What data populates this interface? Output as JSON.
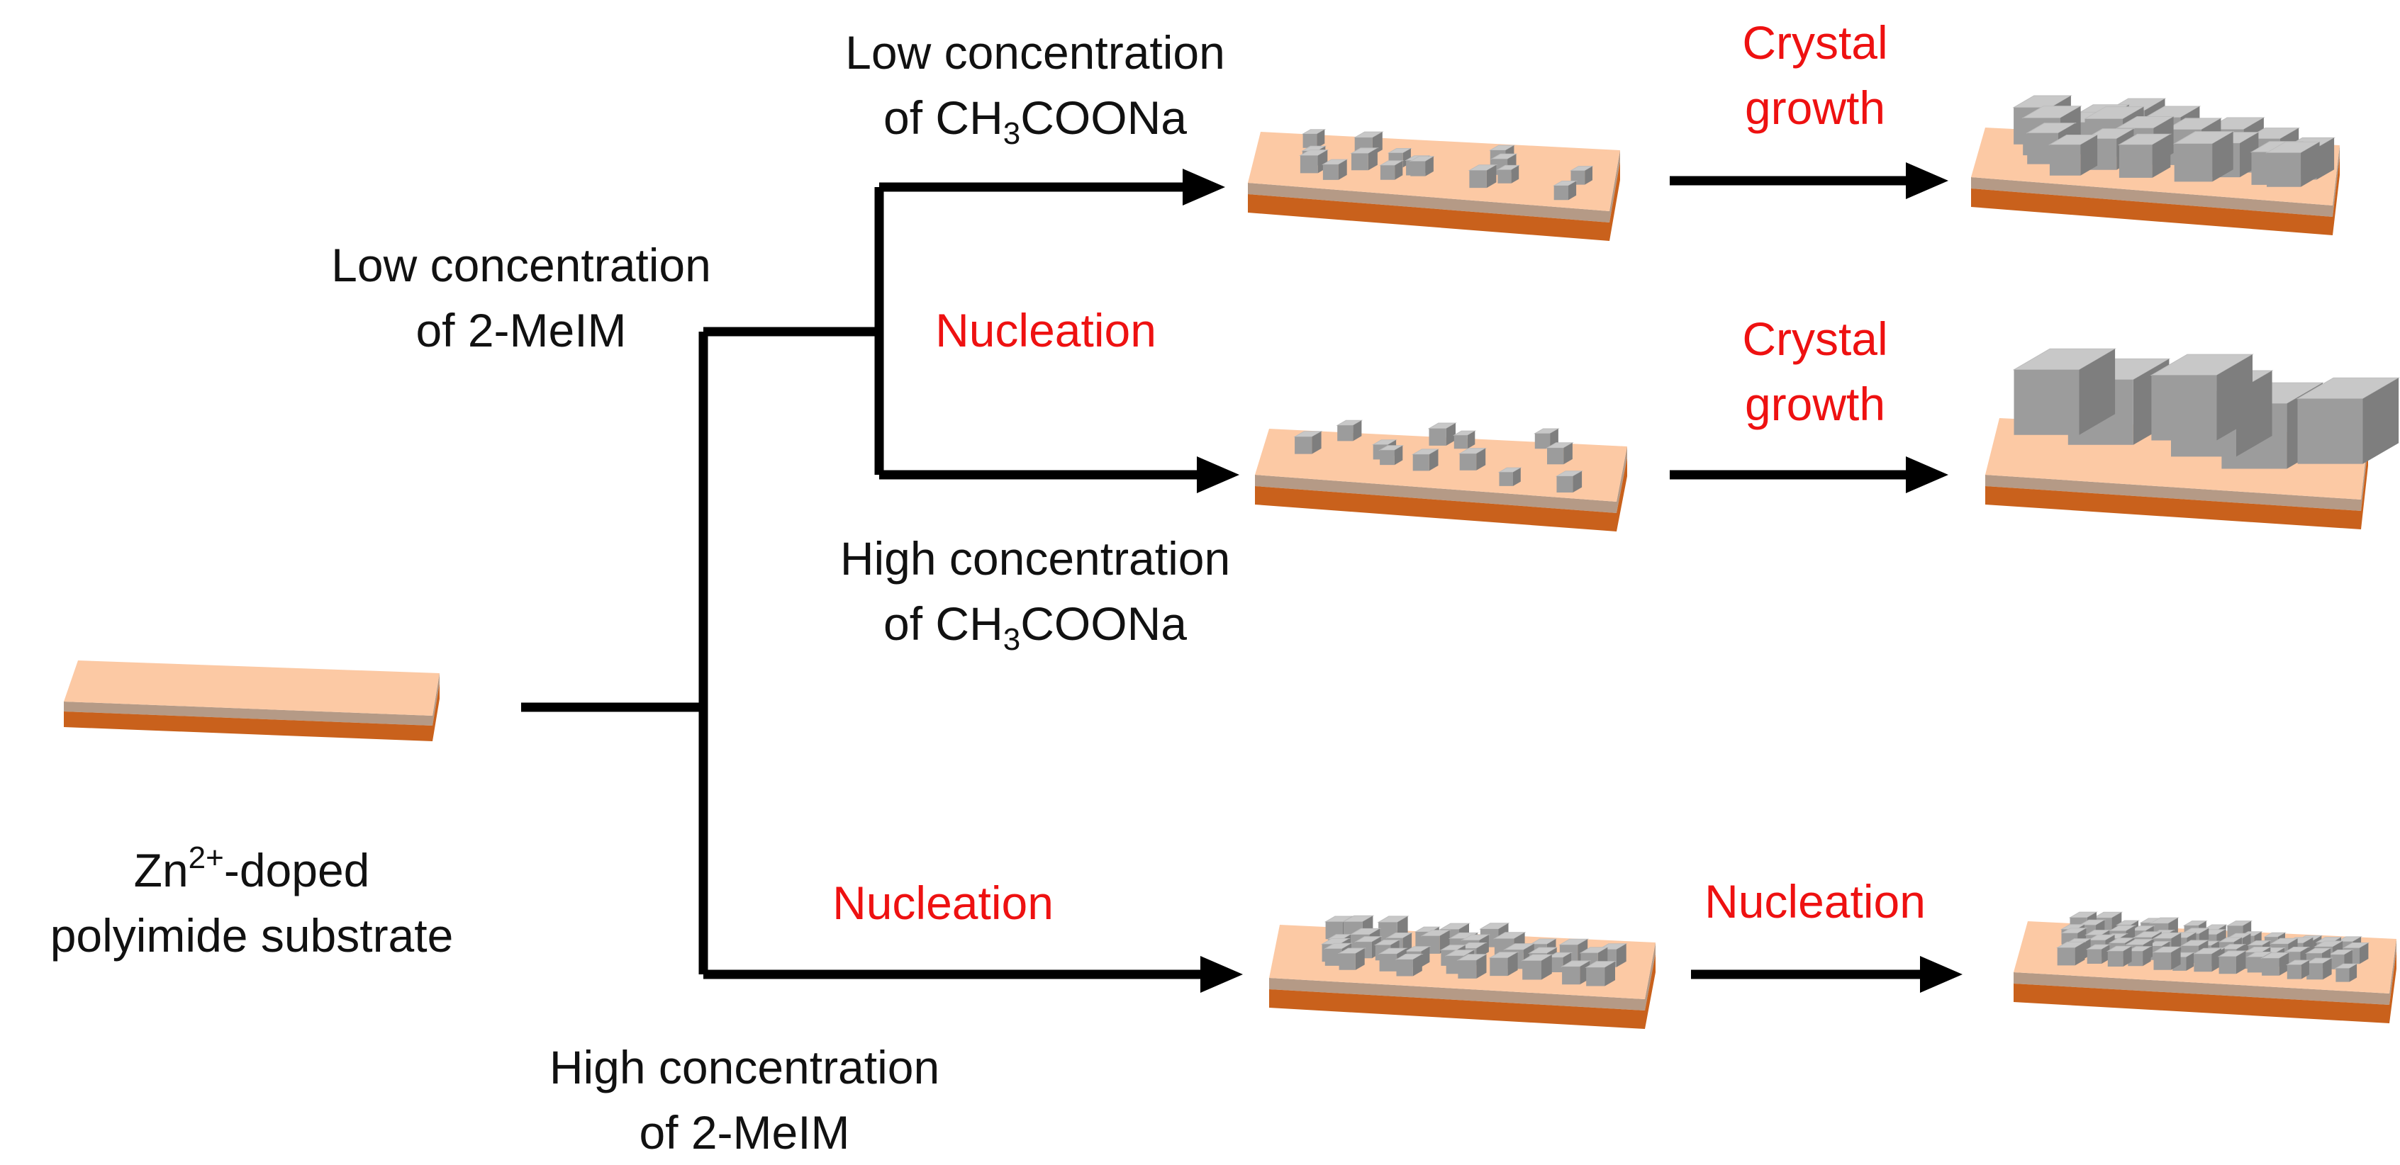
{
  "labels": {
    "substrate_prefix": "Zn",
    "substrate_sup": "2+",
    "substrate_suffix": "-doped",
    "substrate_line2": "polyimide substrate",
    "low_meim_line1": "Low concentration",
    "low_meim_line2": "of 2-MeIM",
    "high_meim_line1": "High concentration",
    "high_meim_line2": "of 2-MeIM",
    "low_na_line1": "Low concentration",
    "low_na_of": "of CH",
    "low_na_sub": "3",
    "low_na_rest": "COONa",
    "high_na_line1": "High concentration",
    "high_na_of": "of CH",
    "high_na_sub": "3",
    "high_na_rest": "COONa",
    "nucleation_upper": "Nucleation",
    "nucleation_lower_left": "Nucleation",
    "nucleation_lower_right": "Nucleation",
    "growth_top_line1": "Crystal",
    "growth_top_line2": "growth",
    "growth_mid_line1": "Crystal",
    "growth_mid_line2": "growth"
  },
  "colors": {
    "text": "#111111",
    "highlight_text": "#ee1111",
    "line": "#000000",
    "substrate_top": "#fcc9a4",
    "substrate_mid": "#b59a86",
    "substrate_base": "#c9611c",
    "crystal_top": "#c8c8c8",
    "crystal_front": "#9c9c9c",
    "crystal_side": "#7e7e7e"
  }
}
